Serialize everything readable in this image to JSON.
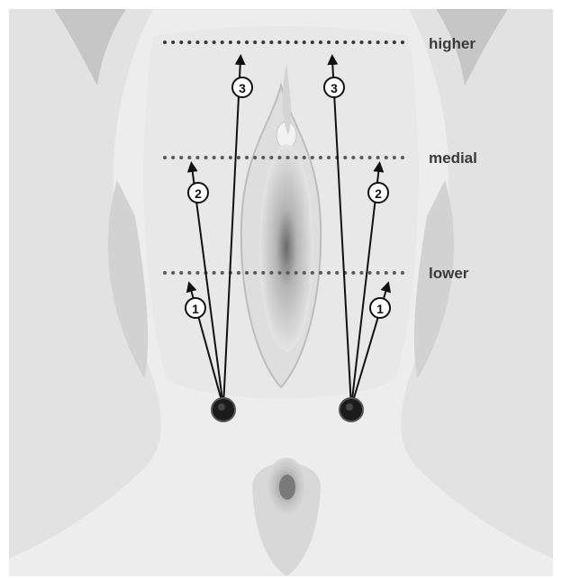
{
  "levels": [
    {
      "id": "higher",
      "label": "higher"
    },
    {
      "id": "medial",
      "label": "medial"
    },
    {
      "id": "lower",
      "label": "lower"
    }
  ],
  "paths": [
    {
      "side": "left",
      "number": "1",
      "level": "lower"
    },
    {
      "side": "left",
      "number": "2",
      "level": "medial"
    },
    {
      "side": "left",
      "number": "3",
      "level": "higher"
    },
    {
      "side": "right",
      "number": "3",
      "level": "higher"
    },
    {
      "side": "right",
      "number": "2",
      "level": "medial"
    },
    {
      "side": "right",
      "number": "1",
      "level": "lower"
    }
  ],
  "colors": {
    "background": "#ededed",
    "tissue_light": "#e4e4e4",
    "tissue_mid": "#cfcfcf",
    "dotted_line": "#4a4a4a",
    "path_line": "#111111",
    "entry_point": "#1c1c1c"
  }
}
